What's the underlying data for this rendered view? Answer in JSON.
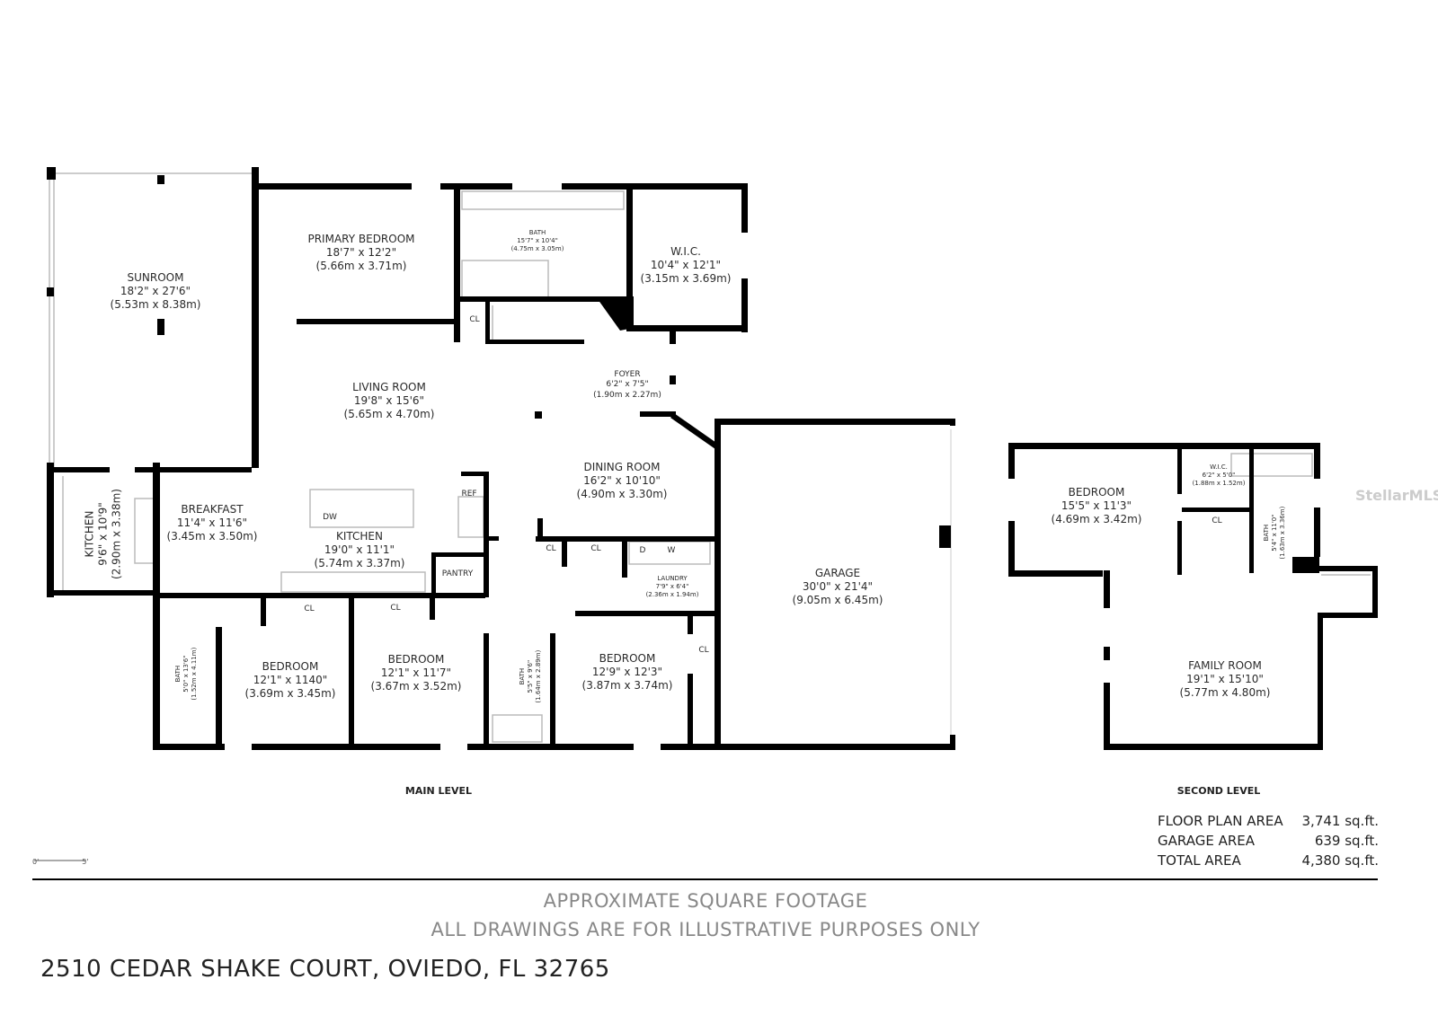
{
  "main_level": {
    "title": "MAIN LEVEL",
    "rooms": {
      "sunroom": {
        "name": "SUNROOM",
        "imperial": "18'2\" x 27'6\"",
        "metric": "(5.53m x 8.38m)"
      },
      "primary_bedroom": {
        "name": "PRIMARY BEDROOM",
        "imperial": "18'7\" x 12'2\"",
        "metric": "(5.66m x 3.71m)"
      },
      "primary_bath": {
        "name": "BATH",
        "imperial": "15'7\" x 10'4\"",
        "metric": "(4.75m x 3.05m)"
      },
      "wic": {
        "name": "W.I.C.",
        "imperial": "10'4\" x 12'1\"",
        "metric": "(3.15m x 3.69m)"
      },
      "foyer": {
        "name": "FOYER",
        "imperial": "6'2\" x 7'5\"",
        "metric": "(1.90m x 2.27m)"
      },
      "living_room": {
        "name": "LIVING ROOM",
        "imperial": "19'8\" x 15'6\"",
        "metric": "(5.65m x 4.70m)"
      },
      "dining_room": {
        "name": "DINING ROOM",
        "imperial": "16'2\" x 10'10\"",
        "metric": "(4.90m x 3.30m)"
      },
      "breakfast": {
        "name": "BREAKFAST",
        "imperial": "11'4\" x 11'6\"",
        "metric": "(3.45m x 3.50m)"
      },
      "kitchen_small": {
        "name": "KITCHEN",
        "imperial": "9'6\" x 10'9\"",
        "metric": "(2.90m x 3.38m)"
      },
      "kitchen": {
        "name": "KITCHEN",
        "imperial": "19'0\" x 11'1\"",
        "metric": "(5.74m x 3.37m)"
      },
      "laundry": {
        "name": "LAUNDRY",
        "imperial": "7'9\" x 6'4\"",
        "metric": "(2.36m x 1.94m)"
      },
      "garage": {
        "name": "GARAGE",
        "imperial": "30'0\" x 21'4\"",
        "metric": "(9.05m x 6.45m)"
      },
      "bath_left": {
        "name": "BATH",
        "imperial": "5'0\" x 13'6\"",
        "metric": "(1.52m x 4.11m)"
      },
      "bedroom_1": {
        "name": "BEDROOM",
        "imperial": "12'1\" x 1140\"",
        "metric": "(3.69m x 3.45m)"
      },
      "bedroom_2": {
        "name": "BEDROOM",
        "imperial": "12'1\" x 11'7\"",
        "metric": "(3.67m x 3.52m)"
      },
      "bath_mid": {
        "name": "BATH",
        "imperial": "5'5\" x 9'6\"",
        "metric": "(1.64m x 2.89m)"
      },
      "bedroom_3": {
        "name": "BEDROOM",
        "imperial": "12'9\" x 12'3\"",
        "metric": "(3.87m x 3.74m)"
      }
    },
    "fixtures": {
      "closet": "CL",
      "pantry": "PANTRY",
      "ref": "REF",
      "dw": "DW",
      "dryer": "D",
      "washer": "W"
    }
  },
  "second_level": {
    "title": "SECOND LEVEL",
    "rooms": {
      "bedroom": {
        "name": "BEDROOM",
        "imperial": "15'5\" x 11'3\"",
        "metric": "(4.69m x 3.42m)"
      },
      "wic": {
        "name": "W.I.C.",
        "imperial": "6'2\" x 5'0\"",
        "metric": "(1.88m x 1.52m)"
      },
      "bath": {
        "name": "BATH",
        "imperial": "5'4\" x 11'0\"",
        "metric": "(1.63m x 3.36m)"
      },
      "closet": {
        "name": "CL"
      },
      "family_room": {
        "name": "FAMILY ROOM",
        "imperial": "19'1\" x 15'10\"",
        "metric": "(5.77m x 4.80m)"
      }
    }
  },
  "scale": {
    "start": "0'",
    "end": "5'"
  },
  "areas": [
    {
      "label": "FLOOR PLAN AREA",
      "value": "3,741 sq.ft."
    },
    {
      "label": "GARAGE AREA",
      "value": "639 sq.ft."
    },
    {
      "label": "TOTAL AREA",
      "value": "4,380 sq.ft."
    }
  ],
  "disclaimer": [
    "APPROXIMATE SQUARE FOOTAGE",
    "ALL DRAWINGS ARE FOR ILLUSTRATIVE PURPOSES ONLY"
  ],
  "address": "2510 CEDAR SHAKE COURT, OVIEDO, FL 32765",
  "watermark": "StellarMLS",
  "colors": {
    "wall": "#000000",
    "fixture": "#bbbbbb",
    "disclaimer": "#888888"
  }
}
